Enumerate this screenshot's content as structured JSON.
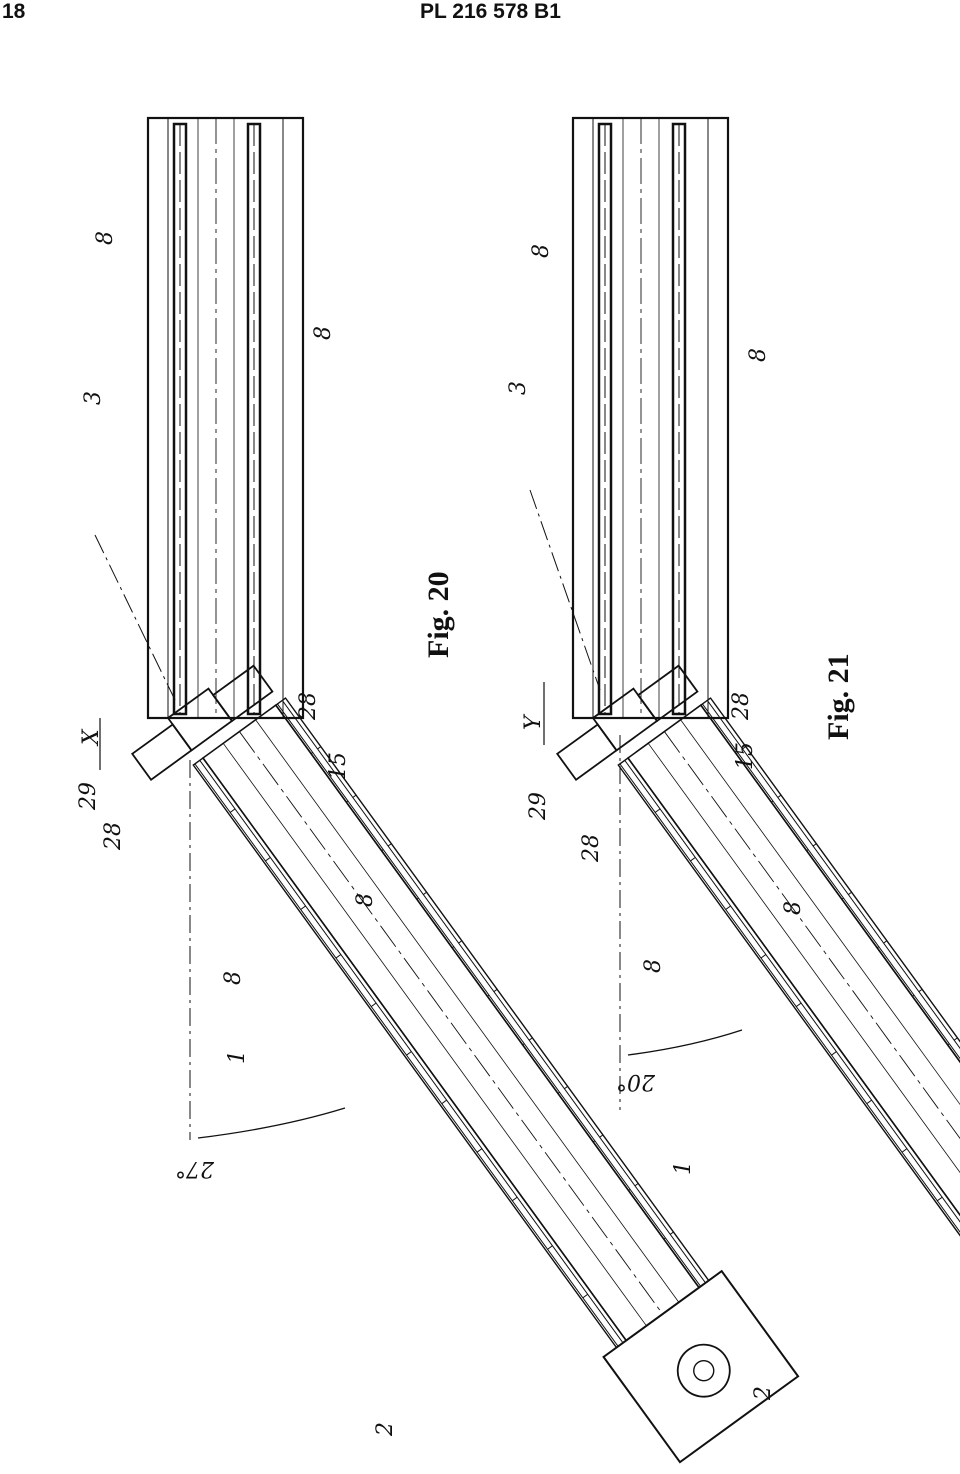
{
  "header": {
    "page_number": "18",
    "document_number": "PL 216 578 B1"
  },
  "figures": [
    {
      "caption": "Fig. 20",
      "angle_label": "27°",
      "gap_label": "X",
      "labels": {
        "ref_3": "3",
        "ref_8a": "8",
        "ref_8b": "8",
        "ref_8c": "8",
        "ref_8d": "8",
        "ref_29": "29",
        "ref_28a": "28",
        "ref_28b": "28",
        "ref_15": "15",
        "ref_1": "1",
        "ref_2": "2"
      }
    },
    {
      "caption": "Fig. 21",
      "angle_label": "20°",
      "gap_label": "Y",
      "labels": {
        "ref_3": "3",
        "ref_8a": "8",
        "ref_8b": "8",
        "ref_8c": "8",
        "ref_8d": "8",
        "ref_29": "29",
        "ref_28a": "28",
        "ref_28b": "28",
        "ref_15": "15",
        "ref_1": "1",
        "ref_2": "2"
      }
    }
  ]
}
